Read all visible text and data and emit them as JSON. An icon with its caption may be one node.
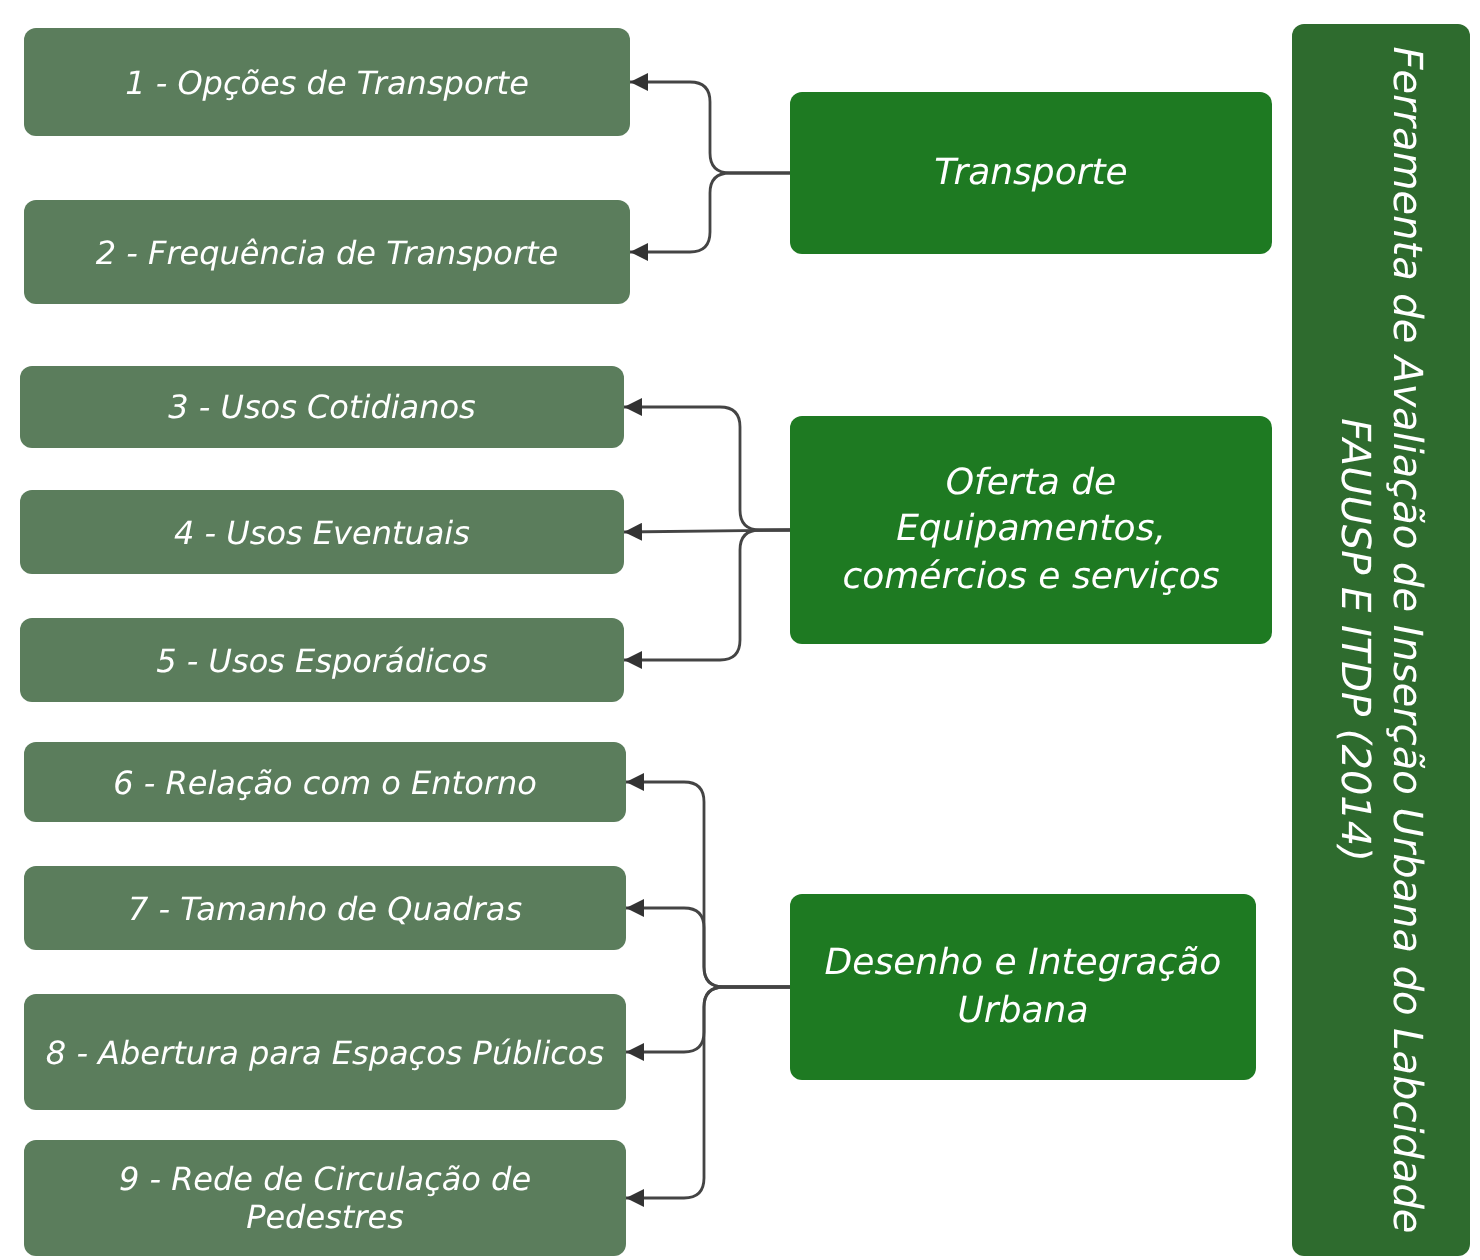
{
  "diagram": {
    "nodes": [
      {
        "text": [
          "1 - Opções de Transporte"
        ]
      },
      {
        "text": [
          "2 - Frequência de Transporte"
        ]
      },
      {
        "text": [
          "Transporte"
        ]
      },
      {
        "text": [
          "3 - Usos Cotidianos"
        ]
      },
      {
        "text": [
          "4 - Usos Eventuais"
        ]
      },
      {
        "text": [
          "5 - Usos Esporádicos"
        ]
      },
      {
        "text": [
          "Oferta de Equipamentos, comércios e serviços"
        ]
      },
      {
        "text": [
          "6 - Relação com o Entorno"
        ]
      },
      {
        "text": [
          "7 - Tamanho de Quadras"
        ]
      },
      {
        "text": [
          "8 - Abertura para Espaços Públicos"
        ]
      },
      {
        "text": [
          "9 - Rede de Circulação de Pedestres"
        ]
      },
      {
        "text": [
          "Desenho e Integração Urbana"
        ]
      },
      {
        "text": [
          "Ferramenta de Avaliação de Inserção Urbana do Labcidade FAUUSP E ITDP (2014)"
        ]
      }
    ],
    "edges": [
      {
        "from": 2,
        "to": 0,
        "arrow": "to"
      },
      {
        "from": 2,
        "to": 1,
        "arrow": "to"
      },
      {
        "from": 6,
        "to": 3,
        "arrow": "to"
      },
      {
        "from": 6,
        "to": 4,
        "arrow": "to"
      },
      {
        "from": 6,
        "to": 5,
        "arrow": "to"
      },
      {
        "from": 11,
        "to": 7,
        "arrow": "to"
      },
      {
        "from": 11,
        "to": 8,
        "arrow": "to"
      },
      {
        "from": 11,
        "to": 9,
        "arrow": "to"
      },
      {
        "from": 11,
        "to": 10,
        "arrow": "to"
      }
    ]
  }
}
